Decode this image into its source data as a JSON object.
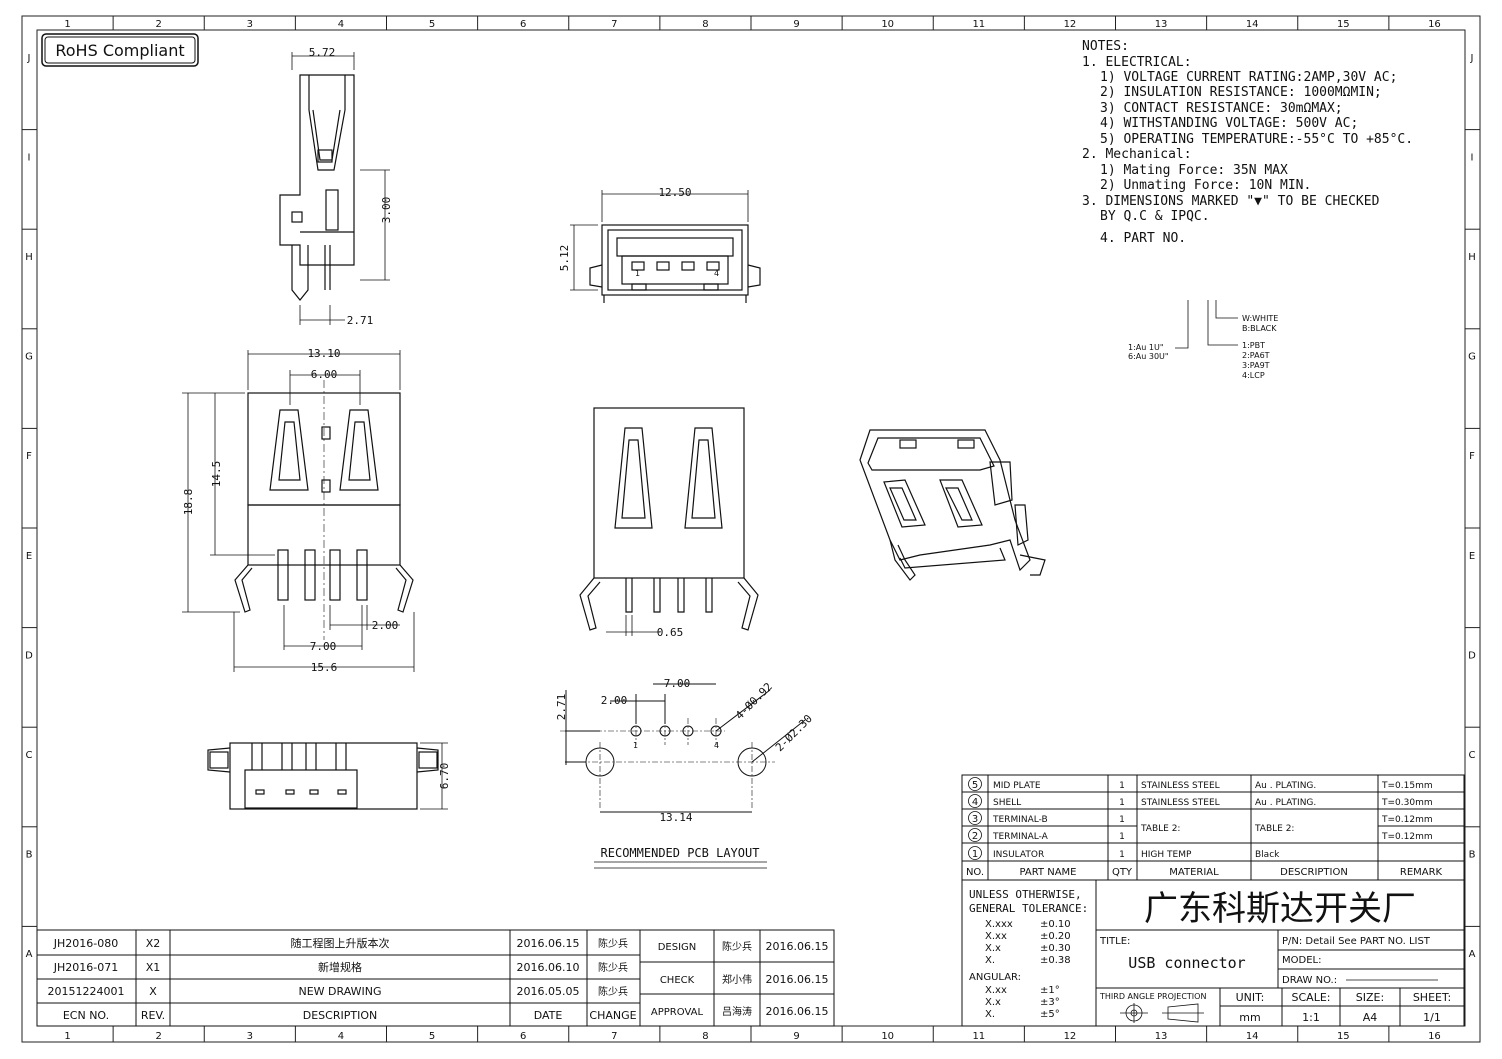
{
  "border": {
    "columns": [
      "1",
      "2",
      "3",
      "4",
      "5",
      "6",
      "7",
      "8",
      "9",
      "10",
      "11",
      "12",
      "13",
      "14",
      "15",
      "16"
    ],
    "rows": [
      "J",
      "I",
      "H",
      "G",
      "F",
      "E",
      "D",
      "C",
      "B",
      "A"
    ]
  },
  "rohs": "RoHS Compliant",
  "notes": {
    "heading": "NOTES:",
    "lines": [
      "1. ELECTRICAL:",
      "1) VOLTAGE CURRENT RATING:2AMP,30V AC;",
      "2) INSULATION RESISTANCE: 1000MΩMIN;",
      "3) CONTACT RESISTANCE: 30mΩMAX;",
      "4) WITHSTANDING VOLTAGE: 500V AC;",
      "5) OPERATING TEMPERATURE:-55°C TO +85°C.",
      "2. Mechanical:",
      "1) Mating Force: 35N  MAX",
      "2) Unmating Force: 10N  MIN.",
      "3. DIMENSIONS MARKED \"▼\" TO BE CHECKED",
      "BY Q.C & IPQC.",
      "4. PART NO."
    ]
  },
  "part_no_code": {
    "plating": [
      "1:Au 1U\"",
      "6:Au 30U\""
    ],
    "color": [
      "W:WHITE",
      "B:BLACK"
    ],
    "material": [
      "1:PBT",
      "2:PA6T",
      "3:PA9T",
      "4:LCP"
    ]
  },
  "dims": {
    "side_top": "5.72",
    "side_height": "3.00",
    "side_bottom": "2.71",
    "front_width": "12.50",
    "front_height": "5.12",
    "front_pin1": "1",
    "front_pin4": "4",
    "top_width": "13.10",
    "top_pitch": "6.00",
    "top_len": "14.5",
    "top_total": "18.8",
    "top_pin": "2.00",
    "top_legs": "7.00",
    "top_overall": "15.6",
    "rear_pin": "0.65",
    "bottom_height": "6.70",
    "pcb_legs": "7.00",
    "pcb_pitch": "2.00",
    "pcb_offset": "2.71",
    "pcb_hole_small": "4-Ø0.92",
    "pcb_hole_large": "2-Ø2.30",
    "pcb_pin1": "1",
    "pcb_pin4": "4",
    "pcb_width": "13.14",
    "pcb_caption": "RECOMMENDED PCB LAYOUT"
  },
  "bom": {
    "rows": [
      {
        "no": "5",
        "name": "MID PLATE",
        "qty": "1",
        "material": "STAINLESS STEEL",
        "desc": "Au . PLATING.",
        "remark": "T=0.15mm"
      },
      {
        "no": "4",
        "name": "SHELL",
        "qty": "1",
        "material": "STAINLESS STEEL",
        "desc": "Au . PLATING.",
        "remark": "T=0.30mm"
      },
      {
        "no": "3",
        "name": "TERMINAL-B",
        "qty": "1",
        "material": "TABLE 2:",
        "desc": "TABLE 2:",
        "remark": "T=0.12mm"
      },
      {
        "no": "2",
        "name": "TERMINAL-A",
        "qty": "1",
        "material": "",
        "desc": "",
        "remark": "T=0.12mm"
      },
      {
        "no": "1",
        "name": "INSULATOR",
        "qty": "1",
        "material": "HIGH TEMP",
        "desc": "Black",
        "remark": ""
      }
    ],
    "header": {
      "no": "NO.",
      "name": "PART NAME",
      "qty": "QTY",
      "material": "MATERIAL",
      "desc": "DESCRIPTION",
      "remark": "REMARK"
    }
  },
  "tolerance": {
    "title1": "UNLESS OTHERWISE,",
    "title2": "GENERAL TOLERANCE:",
    "linear": [
      [
        "X.xxx",
        "±0.10"
      ],
      [
        "X.xx",
        "±0.20"
      ],
      [
        "X.x",
        "±0.30"
      ],
      [
        "X.",
        "±0.38"
      ]
    ],
    "angular_label": "ANGULAR:",
    "angular": [
      [
        "X.xx",
        "±1°"
      ],
      [
        "X.x",
        "±3°"
      ],
      [
        "X.",
        "±5°"
      ]
    ]
  },
  "company": "广东科斯达开关厂",
  "title_block": {
    "title_label": "TITLE:",
    "title": "USB connector",
    "pn": "P/N: Detail  See  PART  NO.  LIST",
    "model": "MODEL:",
    "drawno": "DRAW  NO.:",
    "projection": "THIRD ANGLE PROJECTION",
    "unit_label": "UNIT:",
    "unit": "mm",
    "scale_label": "SCALE:",
    "scale": "1:1",
    "size_label": "SIZE:",
    "size": "A4",
    "sheet_label": "SHEET:",
    "sheet": "1/1"
  },
  "revisions": {
    "rows": [
      {
        "ecn": "JH2016-080",
        "rev": "X2",
        "desc": "随工程图上升版本次",
        "date": "2016.06.15",
        "change": "陈少兵"
      },
      {
        "ecn": "JH2016-071",
        "rev": "X1",
        "desc": "新增规格",
        "date": "2016.06.10",
        "change": "陈少兵"
      },
      {
        "ecn": "20151224001",
        "rev": "X",
        "desc": "NEW  DRAWING",
        "date": "2016.05.05",
        "change": "陈少兵"
      }
    ],
    "header": {
      "ecn": "ECN  NO.",
      "rev": "REV.",
      "desc": "DESCRIPTION",
      "date": "DATE",
      "change": "CHANGE"
    }
  },
  "approvals": [
    {
      "role": "DESIGN",
      "name": "陈少兵",
      "date": "2016.06.15"
    },
    {
      "role": "CHECK",
      "name": "郑小伟",
      "date": "2016.06.15"
    },
    {
      "role": "APPROVAL",
      "name": "吕海涛",
      "date": "2016.06.15"
    }
  ]
}
